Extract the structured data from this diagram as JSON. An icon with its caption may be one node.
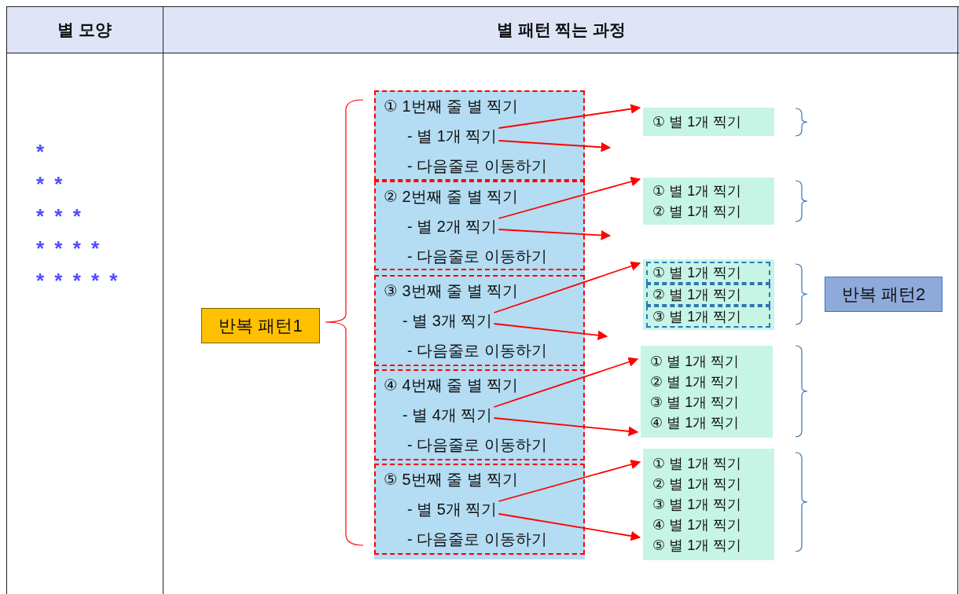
{
  "diagram": {
    "nodes": [
      {
        "text": [
          "반복 패턴1"
        ]
      },
      {
        "text": [
          "① 1번째 줄 별 찍기",
          "- 다음줄로 이동하기"
        ]
      },
      {
        "text": [
          "- 별 1개 찍기"
        ],
        "in": 1
      },
      {
        "text": [
          "② 2번째 줄 별 찍기",
          "- 다음줄로 이동하기"
        ]
      },
      {
        "text": [
          "- 별 2개 찍기"
        ],
        "in": 3
      },
      {
        "text": [
          "③ 3번째 줄 별 찍기",
          "- 다음줄로 이동하기"
        ]
      },
      {
        "text": [
          "- 별 3개 찍기"
        ],
        "in": 5
      },
      {
        "text": [
          "④ 4번째 줄 별 찍기",
          "- 다음줄로 이동하기"
        ]
      },
      {
        "text": [
          "- 별 4개 찍기"
        ],
        "in": 7
      },
      {
        "text": [
          "⑤ 5번째 줄 별 찍기",
          "- 다음줄로 이동하기"
        ]
      },
      {
        "text": [
          "- 별 5개 찍기"
        ],
        "in": 9
      },
      {
        "text": [
          "① 별 1개 찍기"
        ]
      },
      {
        "text": [
          "① 별 1개 찍기",
          "② 별 1개 찍기"
        ]
      },
      {
        "text": [],
        "shape": "box"
      },
      {
        "text": [
          "① 별 1개 찍기"
        ],
        "in": 13
      },
      {
        "text": [
          "② 별 1개 찍기"
        ],
        "in": 13
      },
      {
        "text": [
          "③ 별 1개 찍기"
        ],
        "in": 13
      },
      {
        "text": [
          "① 별 1개 찍기",
          "② 별 1개 찍기",
          "③ 별 1개 찍기",
          "④ 별 1개 찍기"
        ]
      },
      {
        "text": [
          "① 별 1개 찍기",
          "② 별 1개 찍기",
          "③ 별 1개 찍기",
          "④ 별 1개 찍기",
          "⑤ 별 1개 찍기"
        ]
      },
      {
        "text": [
          "반복 패턴2"
        ]
      }
    ],
    "edges": [
      {
        "from": 2,
        "to": 11,
        "arrow": "to"
      },
      {
        "from": 2,
        "to": null,
        "arrow": "to"
      },
      {
        "from": 4,
        "to": 12,
        "arrow": "to"
      },
      {
        "from": 4,
        "to": null,
        "arrow": "to"
      },
      {
        "from": 6,
        "to": 13,
        "arrow": "to"
      },
      {
        "from": 6,
        "to": null,
        "arrow": "to"
      },
      {
        "from": 8,
        "to": 17,
        "arrow": "to"
      },
      {
        "from": 8,
        "to": 17,
        "arrow": "to"
      },
      {
        "from": 10,
        "to": 18,
        "arrow": "to"
      },
      {
        "from": 10,
        "to": 18,
        "arrow": "to"
      }
    ],
    "labels": [
      "별 모양",
      "별 패턴 찍는 과정",
      "*",
      "* *",
      "* * *",
      "* * * *",
      "* * * * *"
    ]
  }
}
